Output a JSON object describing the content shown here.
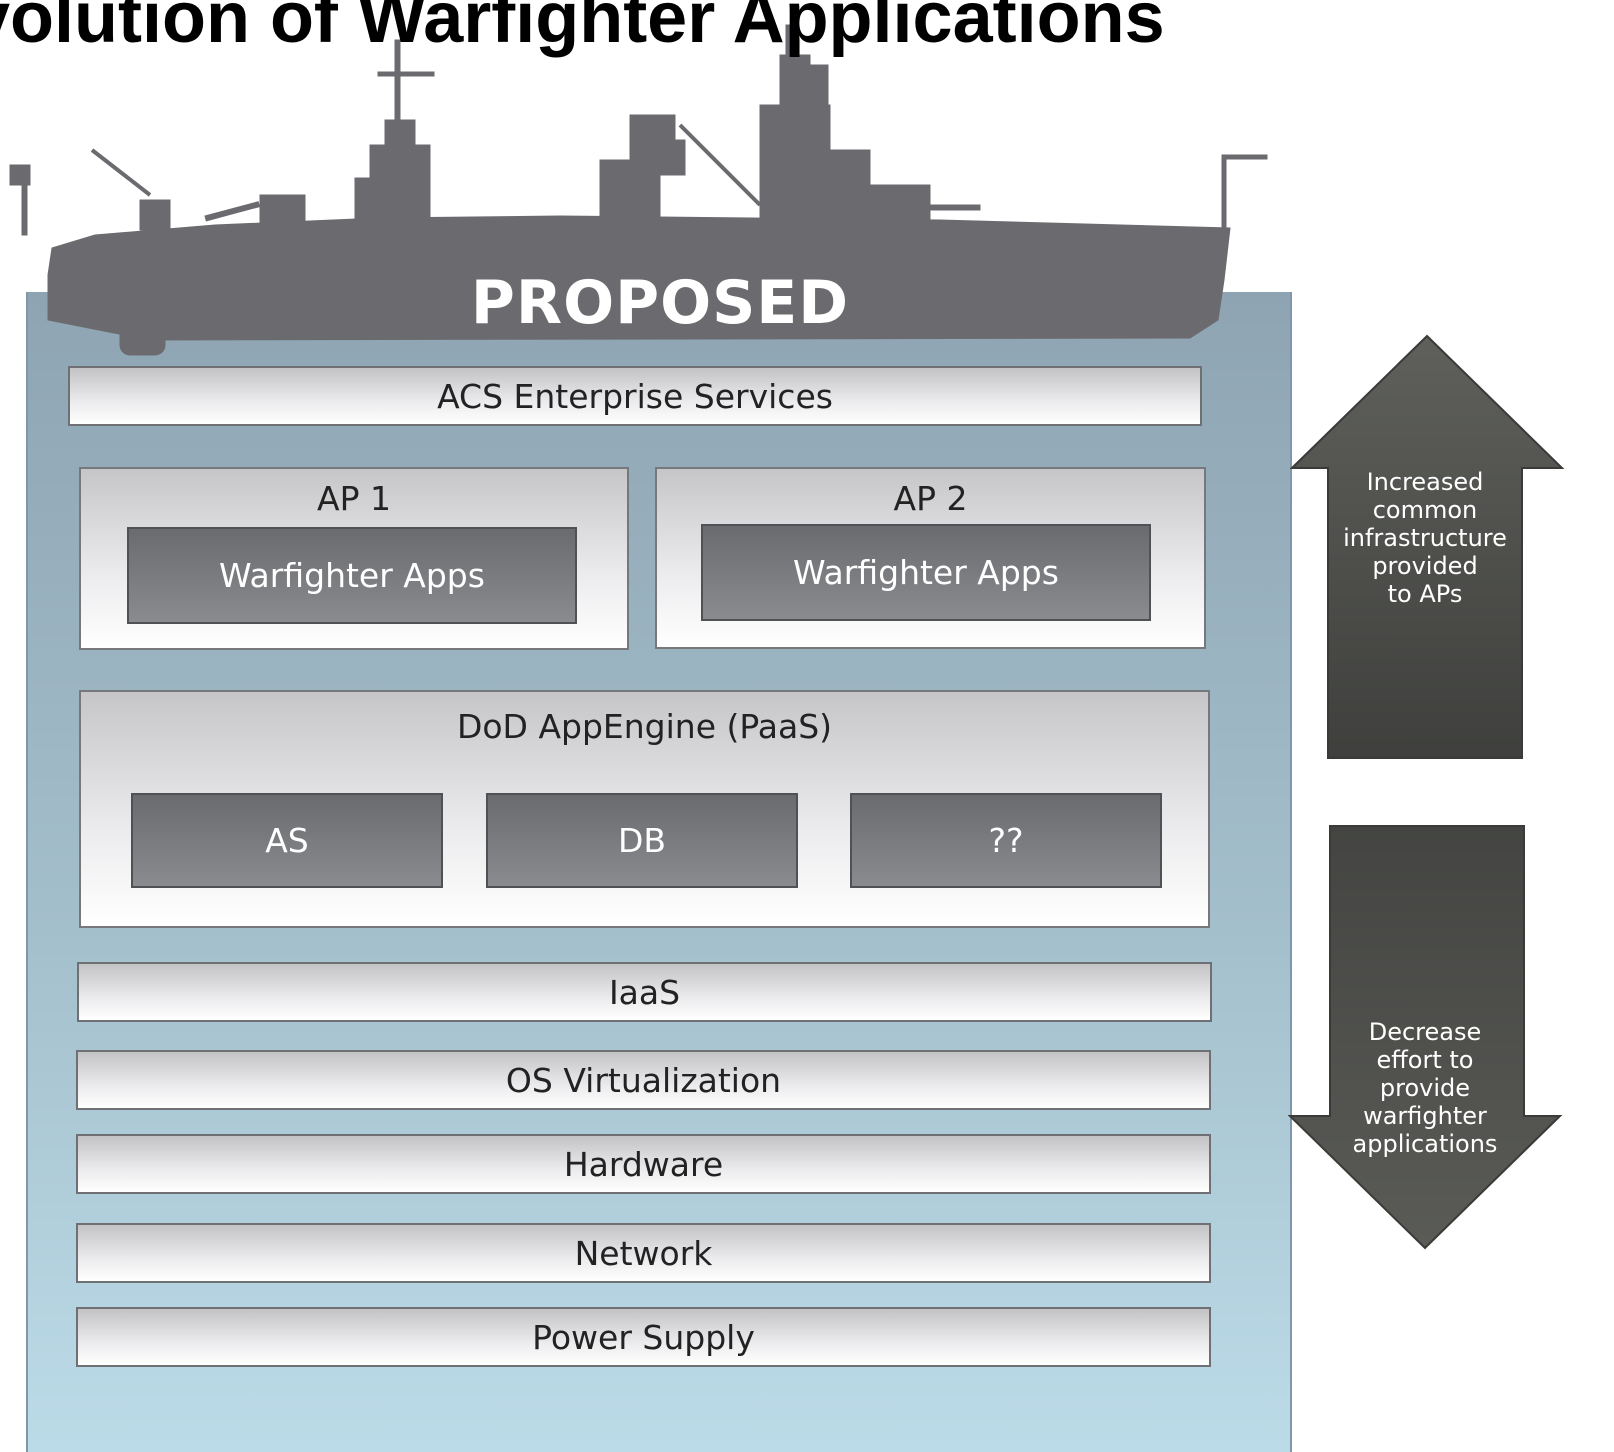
{
  "title": "volution of Warfighter Applications",
  "ship_label": "PROPOSED",
  "layers": {
    "enterprise": "ACS Enterprise Services",
    "iaas": "IaaS",
    "os_virtualization": "OS Virtualization",
    "hardware": "Hardware",
    "network": "Network",
    "power_supply": "Power Supply"
  },
  "ap1": {
    "title": "AP 1",
    "app": "Warfighter Apps"
  },
  "ap2": {
    "title": "AP 2",
    "app": "Warfighter Apps"
  },
  "appengine": {
    "title": "DoD AppEngine (PaaS)",
    "components": [
      "AS",
      "DB",
      "??"
    ]
  },
  "arrows": {
    "up": {
      "lines": [
        "Increased",
        "common",
        "infrastructure",
        "provided",
        "to APs"
      ]
    },
    "down": {
      "lines": [
        "Decrease",
        "effort to",
        "provide",
        "warfighter",
        "applications"
      ]
    }
  },
  "colors": {
    "ship": "#6b6b6f",
    "stack_top": "#8ea4b3",
    "stack_bottom": "#bcdbe8",
    "arrow": "#4a4b48"
  }
}
